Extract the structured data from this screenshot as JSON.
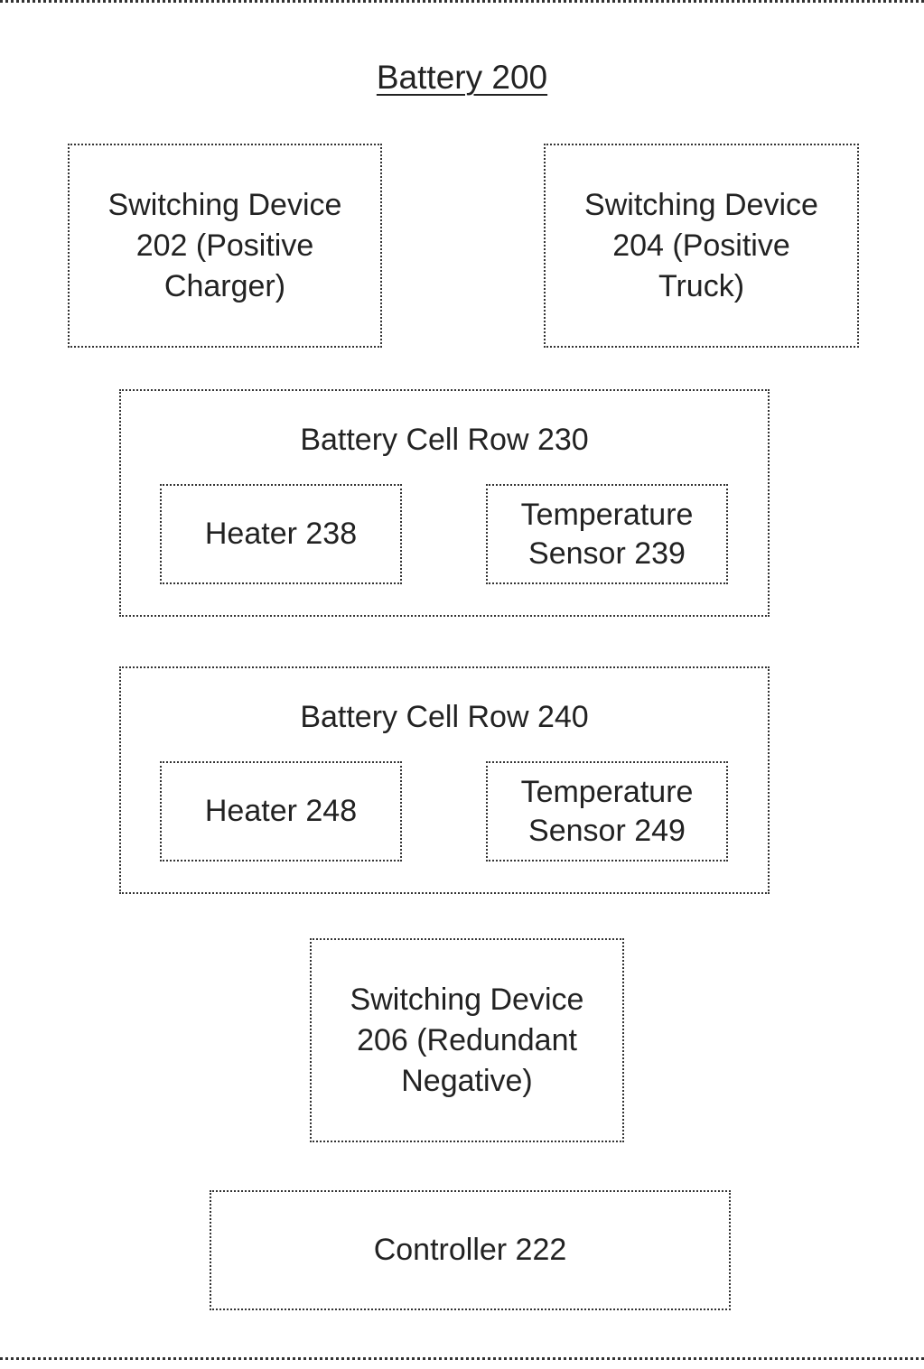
{
  "title": "Battery 200",
  "switching_devices": {
    "sd202": "Switching Device 202 (Positive Charger)",
    "sd204": "Switching Device 204 (Positive Truck)",
    "sd206": "Switching Device 206 (Redundant Negative)"
  },
  "rows": [
    {
      "label": "Battery Cell Row 230",
      "heater": "Heater 238",
      "sensor": "Temperature Sensor 239"
    },
    {
      "label": "Battery Cell Row 240",
      "heater": "Heater 248",
      "sensor": "Temperature Sensor 249"
    }
  ],
  "controller": "Controller 222"
}
